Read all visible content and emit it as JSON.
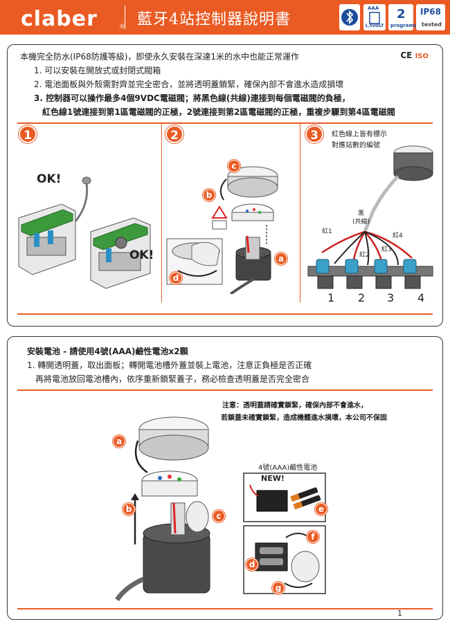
{
  "header": {
    "brand": "claber",
    "title": "藍牙4站控制器說明書",
    "badges": {
      "battery_top": "AAA",
      "battery_bottom": "1,5VOLT",
      "programs_num": "2",
      "programs_label": "programs",
      "ip_top": "IP68",
      "ip_bottom": "tested"
    }
  },
  "section1": {
    "intro": "本機完全防水(IP68防護等級)，即使永久安裝在深達1米的水中也能正常運作",
    "certs": "CE",
    "item1": "1. 可以安裝在開放式或封閉式閥箱",
    "item2": "2. 電池面板與外殼需對齊並完全密合，並將透明蓋鎖緊，確保內部不會進水造成損壞",
    "item3a": "3. 控制器可以操作最多4個9VDC電磁閥；將黑色線(共線)連接到每個電磁閥的負極，",
    "item3b": "紅色線1號連接到第1區電磁閥的正極，2號連接到第2區電磁閥的正極，重複步驟到第4區電磁閥",
    "steps": [
      "1",
      "2",
      "3"
    ],
    "ok_labels": [
      "OK!",
      "OK!"
    ],
    "step2_letters": [
      "c",
      "b",
      "a",
      "d"
    ],
    "step3_note_line1": "紅色線上皆有標示",
    "step3_note_line2": "對應站數的編號",
    "wire_black": "黑",
    "wire_common": "(共線)",
    "wire_red_labels": [
      "紅1",
      "紅2",
      "紅3",
      "紅4"
    ],
    "zone_numbers": [
      "1",
      "2",
      "3",
      "4"
    ]
  },
  "section2": {
    "title": "安裝電池 - 請使用4號(AAA)鹼性電池x2顆",
    "line1": "1. 轉開透明蓋，取出面板；轉開電池槽外蓋並裝上電池，注意正負極是否正確",
    "line2": "再將電池放回電池槽內，依序重新鎖緊蓋子，務必檢查透明蓋是否完全密合",
    "note1": "注意：透明蓋請確實鎖緊，確保內部不會進水，",
    "note2": "若鎖蓋未確實鎖緊，造成機體進水損壞，本公司不保固",
    "battery_label": "4號(AAA)鹼性電池",
    "new_label": "NEW!",
    "letters": [
      "a",
      "b",
      "c",
      "d",
      "e",
      "f",
      "g"
    ]
  },
  "page_number": "1"
}
